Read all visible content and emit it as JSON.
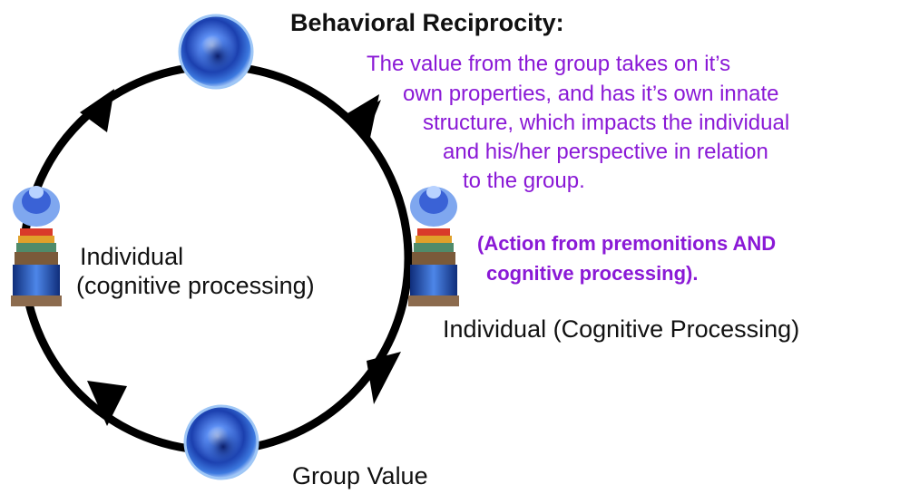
{
  "title": "Behavioral Reciprocity:",
  "description_lines": [
    "The value from the group takes on it’s",
    "own properties, and has it’s own innate",
    "structure, which impacts the individual",
    "and his/her perspective in relation",
    "to the group."
  ],
  "note_lines": [
    "(Action from premonitions AND",
    "cognitive processing)."
  ],
  "left_label_lines": [
    "Individual",
    "(cognitive processing)"
  ],
  "right_label": "Individual (Cognitive Processing)",
  "bottom_label": "Group Value",
  "colors": {
    "description": "#8a19d6",
    "cycle": "#000000",
    "sphere": "#2a5fd0"
  },
  "icons": [
    "globe-sphere-icon",
    "brain-head-icon"
  ]
}
